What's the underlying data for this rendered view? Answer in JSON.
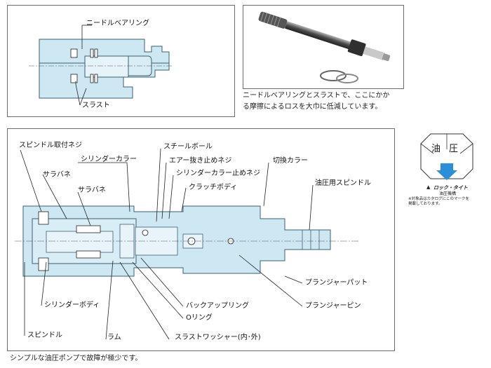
{
  "top_left_panel": {
    "labels": {
      "needle_bearing": "ニードルベアリング",
      "thrust": "スラスト"
    }
  },
  "top_right_panel": {
    "caption_line1": "ニードルベアリングとスラストで、ここにかか",
    "caption_line2": "る摩擦によるロスを大巾に低減しています。"
  },
  "main_panel": {
    "labels": {
      "spindle_mount_screw": "スピンドル取付ネジ",
      "cylinder_collar": "シリンダーカラー",
      "sarabane_1": "サラバネ",
      "sarabane_2": "サラバネ",
      "steel_ball": "スチールボール",
      "air_vent_screw": "エアー抜き止めネジ",
      "cyl_collar_stop_screw": "シリンダーカラー止めネジ",
      "switch_collar": "切換カラー",
      "clutch_body": "クラッチボディ",
      "hydraulic_spindle": "油圧用スピンドル",
      "plunger_pad": "プランジャーパット",
      "plunger_pin": "プランジャーピン",
      "backup_ring": "バックアップリング",
      "o_ring": "Oリング",
      "cylinder_body": "シリンダーボディ",
      "spindle": "スピンドル",
      "ram": "ラム",
      "thrust_washer": "スラストワッシャー(内･外)"
    },
    "footer": "シンプルな油圧ポンプで故障が極少です。"
  },
  "badge": {
    "char_left": "油",
    "char_right": "圧",
    "brand": "ロック・タイト",
    "title": "▲",
    "subtitle": "油圧機構",
    "note_line1": "※対象品はカタログにこのマークを",
    "note_line2": "掲載しております。"
  },
  "colors": {
    "part_fill": "#cde8f3",
    "part_stroke": "#3c5f70",
    "badge_arrow": "#2b8fd8"
  }
}
